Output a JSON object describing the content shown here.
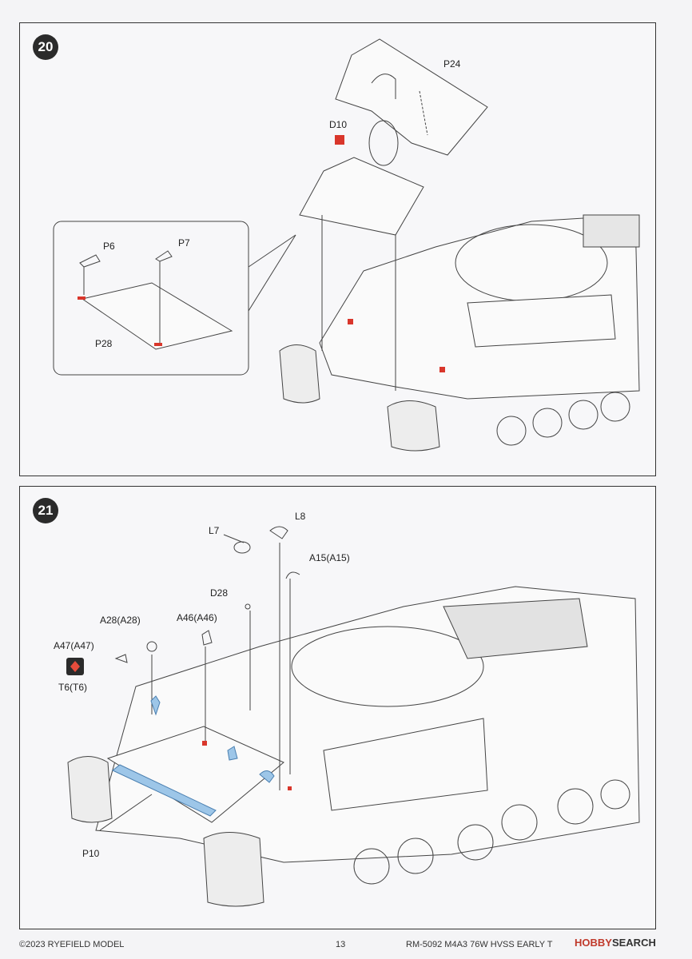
{
  "steps": [
    {
      "number": "20",
      "labels": {
        "p24": "P24",
        "d10": "D10",
        "p6": "P6",
        "p7": "P7",
        "p28": "P28"
      }
    },
    {
      "number": "21",
      "labels": {
        "l7": "L7",
        "l8": "L8",
        "a15": "A15(A15)",
        "d28": "D28",
        "a28": "A28(A28)",
        "a46": "A46(A46)",
        "a47": "A47(A47)",
        "t6": "T6(T6)",
        "p10": "P10"
      }
    }
  ],
  "footer": {
    "copyright": "©2023 RYEFIELD MODEL",
    "page_number": "13",
    "product": "RM-5092 M4A3 76W HVSS EARLY T"
  },
  "watermark": {
    "brand_a": "HOBBY",
    "brand_b": "SEARCH"
  },
  "colors": {
    "highlight_blue": "#9dc6e8",
    "part_red": "#d9362b",
    "ink": "#2b2b2b"
  }
}
